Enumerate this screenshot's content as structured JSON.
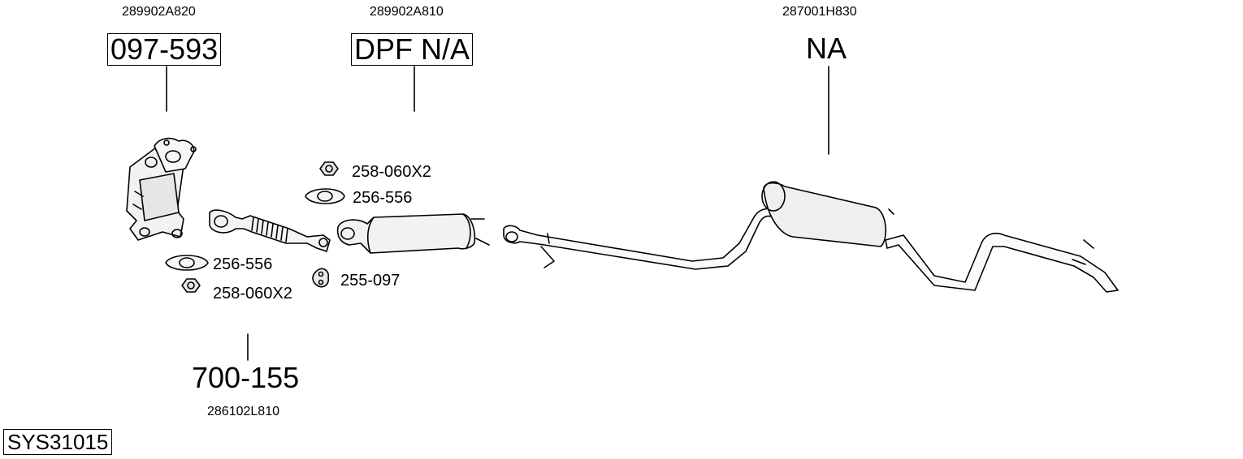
{
  "parts": {
    "cat": {
      "oem": "289902A820",
      "number": "097-593"
    },
    "dpf": {
      "oem": "289902A810",
      "number": "DPF N/A"
    },
    "silencer": {
      "oem": "287001H830",
      "number": "NA"
    },
    "front_pipe": {
      "oem": "286102L810",
      "number": "700-155"
    }
  },
  "fittings": {
    "nut_left": "258-060X2",
    "gasket_left": "256-556",
    "nut_right": "258-060X2",
    "gasket_right": "256-556",
    "hanger": "255-097"
  },
  "system_code": "SYS31015"
}
